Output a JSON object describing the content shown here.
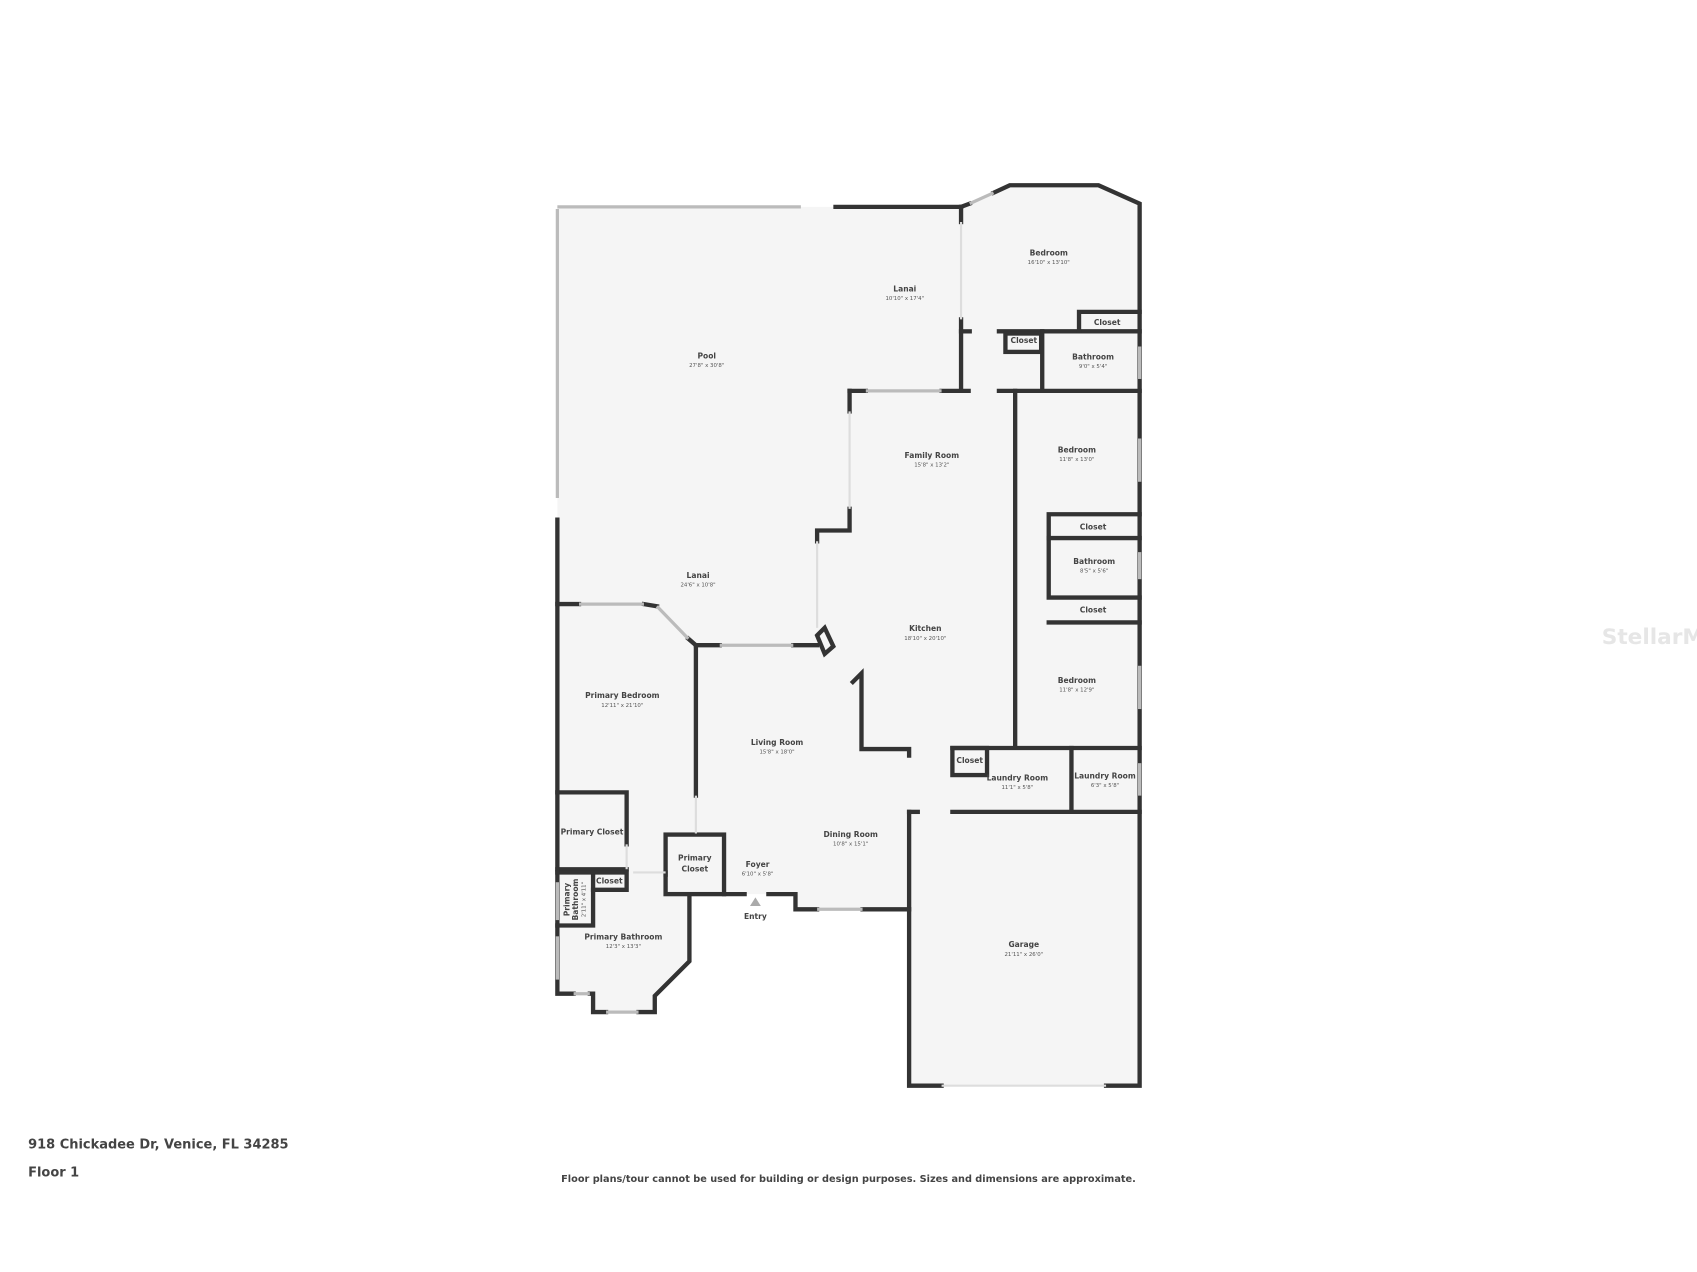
{
  "rooms": [
    {
      "name": "Bedroom",
      "dims": "16'10\" x 13'10\""
    },
    {
      "name": "Lanai",
      "dims": "10'10\" x 17'4\""
    },
    {
      "name": "Closet"
    },
    {
      "name": "Closet"
    },
    {
      "name": "Bathroom",
      "dims": "9'0\" x 5'4\""
    },
    {
      "name": "Pool",
      "dims": "27'8\" x 30'8\""
    },
    {
      "name": "Family Room",
      "dims": "15'8\" x 13'2\""
    },
    {
      "name": "Bedroom",
      "dims": "11'8\" x 13'0\""
    },
    {
      "name": "Closet"
    },
    {
      "name": "Bathroom",
      "dims": "8'5\" x 5'6\""
    },
    {
      "name": "Lanai",
      "dims": "24'6\" x 10'8\""
    },
    {
      "name": "Closet"
    },
    {
      "name": "Kitchen",
      "dims": "18'10\" x 20'10\""
    },
    {
      "name": "Primary Bedroom",
      "dims": "12'11\" x 21'10\""
    },
    {
      "name": "Bedroom",
      "dims": "11'8\" x 12'9\""
    },
    {
      "name": "Living Room",
      "dims": "15'8\" x 18'0\""
    },
    {
      "name": "Closet"
    },
    {
      "name": "Laundry Room",
      "dims": "11'1\" x 5'8\""
    },
    {
      "name": "Laundry Room",
      "dims": "6'3\" x 5'8\""
    },
    {
      "name": "Primary Closet"
    },
    {
      "name": "Dining Room",
      "dims": "10'8\" x 15'1\""
    },
    {
      "name": "Primary",
      "name2": "Closet"
    },
    {
      "name": "Foyer",
      "dims": "6'10\" x 5'8\""
    },
    {
      "name": "Closet"
    },
    {
      "name": "Primary",
      "name2": "Bathroom",
      "dims": "2'11\" x 4'11\""
    },
    {
      "name": "Primary Bathroom",
      "dims": "12'3\" x 13'3\""
    },
    {
      "name": "Garage",
      "dims": "21'11\" x 26'0\""
    }
  ],
  "entry_label": "Entry",
  "footer": {
    "address": "918 Chickadee Dr, Venice, FL 34285",
    "floor": "Floor 1",
    "disclaimer": "Floor plans/tour cannot be used for building or design purposes. Sizes and dimensions are approximate."
  },
  "watermark": "StellarMLS",
  "colors": {
    "wall": "#333333",
    "floor": "#f5f5f5",
    "window": "#bbbbbb"
  }
}
